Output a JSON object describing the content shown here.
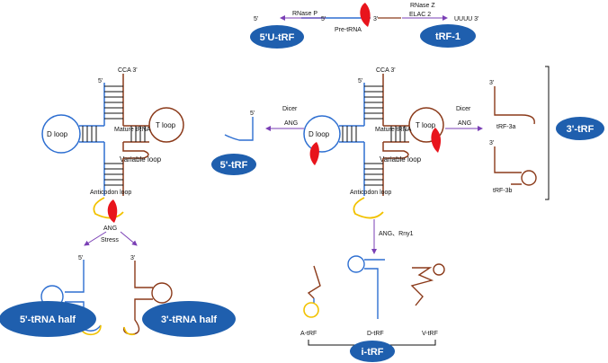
{
  "top": {
    "rnase_p": "RNase P",
    "five_prime": "5'",
    "three_prime": "3'",
    "pre_trna": "Pre-tRNA",
    "rnase_z": "RNase Z",
    "elac2": "ELAC 2",
    "uuuu": "UUUU 3'",
    "badge_5utrf": "5'U-tRF",
    "badge_trf1": "tRF-1"
  },
  "left_trna": {
    "cca": "CCA 3'",
    "five_prime": "5'",
    "d_loop": "D loop",
    "mature": "Mature tRNA",
    "t_loop": "T loop",
    "variable": "Variable loop",
    "anticodon": "Anticodon loop",
    "ang": "ANG",
    "stress": "Stress",
    "half5_five": "5'",
    "half3_three": "3'",
    "badge_5half": "5'-tRNA half",
    "badge_3half": "3'-tRNA half"
  },
  "five_trf": {
    "dicer": "Dicer",
    "ang": "ANG",
    "five_prime": "5'",
    "badge": "5'-tRF"
  },
  "right_trna": {
    "cca": "CCA 3'",
    "five_prime": "5'",
    "d_loop": "D loop",
    "mature": "Mature tRNA",
    "t_loop": "T loop",
    "variable": "Variable loop",
    "anticodon": "Anticodon loop",
    "ang_rny": "ANG、Rny1"
  },
  "three_trf": {
    "dicer": "Dicer",
    "ang": "ANG",
    "three_a": "3'",
    "trf3a": "tRF-3a",
    "three_b": "3'",
    "trf3b": "tRF-3b",
    "badge": "3'-tRF"
  },
  "itrf": {
    "a": "A-tRF",
    "d": "D-tRF",
    "v": "V-tRF",
    "badge": "i-tRF"
  },
  "colors": {
    "blue_strand": "#2e6fd1",
    "brown_strand": "#8b3a1a",
    "yellow_loop": "#f2c200",
    "purple_arrow": "#7a3fb5",
    "red_enzyme": "#e8141c",
    "badge_fill": "#1f5fae"
  }
}
